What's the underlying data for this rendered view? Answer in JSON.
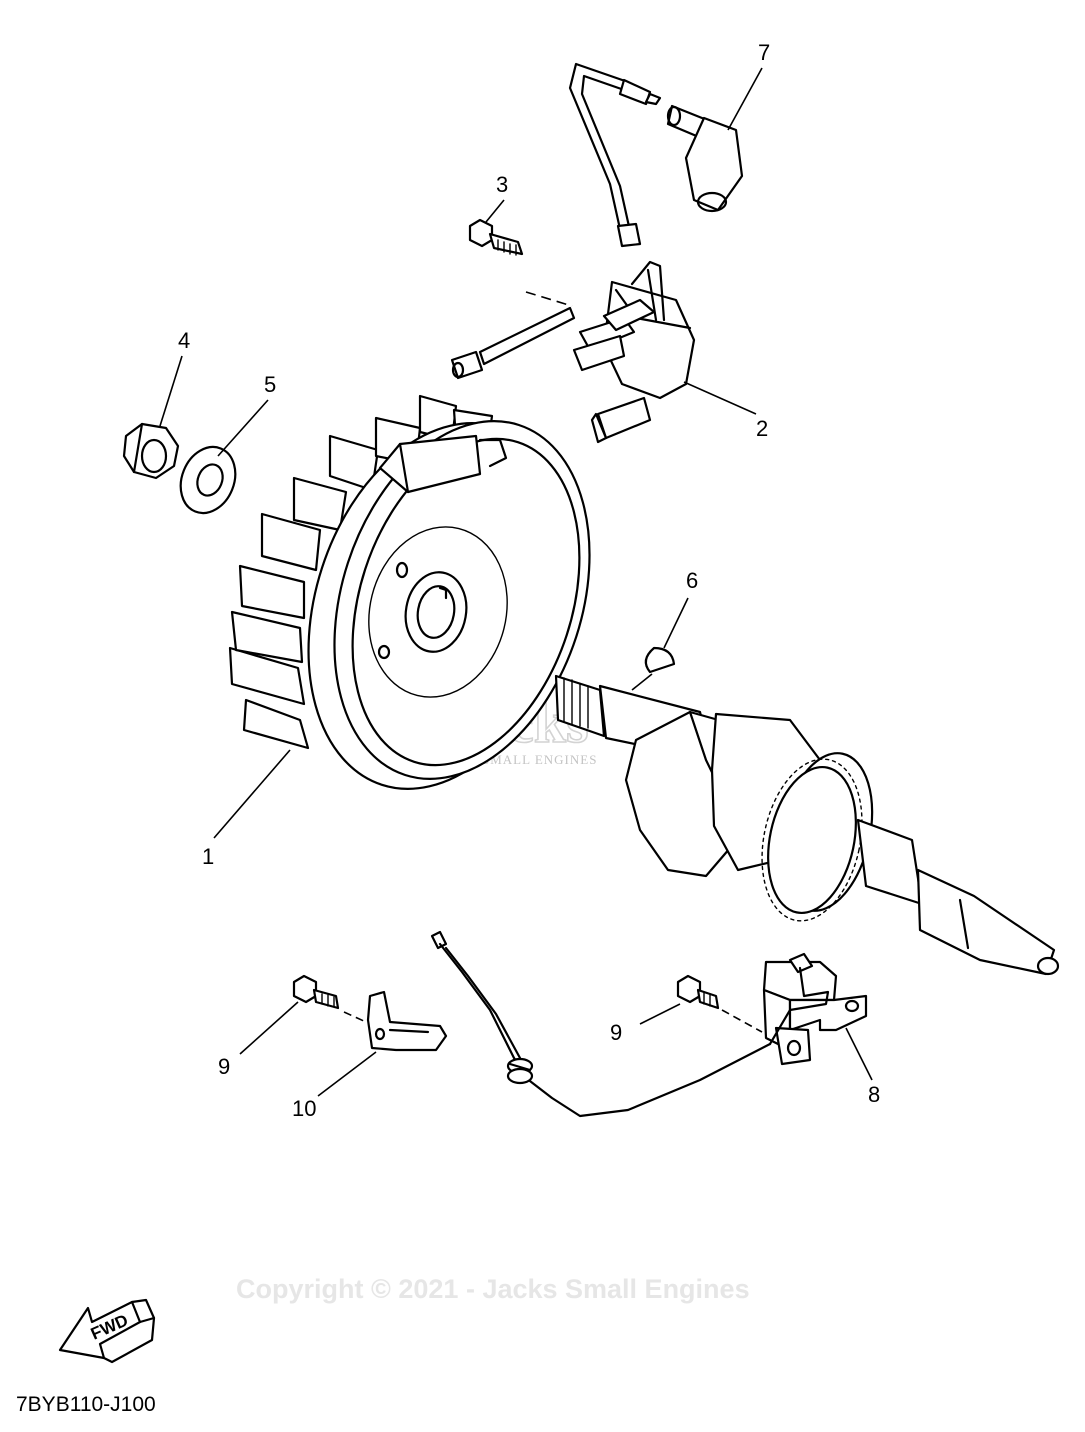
{
  "diagram": {
    "callouts": {
      "p1": "1",
      "p2": "2",
      "p3": "3",
      "p4": "4",
      "p5": "5",
      "p6": "6",
      "p7": "7",
      "p8": "8",
      "p9a": "9",
      "p9b": "9",
      "p10": "10"
    },
    "copyright": "Copyright © 2021 - Jacks Small Engines",
    "diagram_code": "7BYB110-J100",
    "fwd_label": "FWD",
    "watermark": {
      "main": "Jacks",
      "registered": "©",
      "sub": "SMALL ENGINES"
    }
  }
}
